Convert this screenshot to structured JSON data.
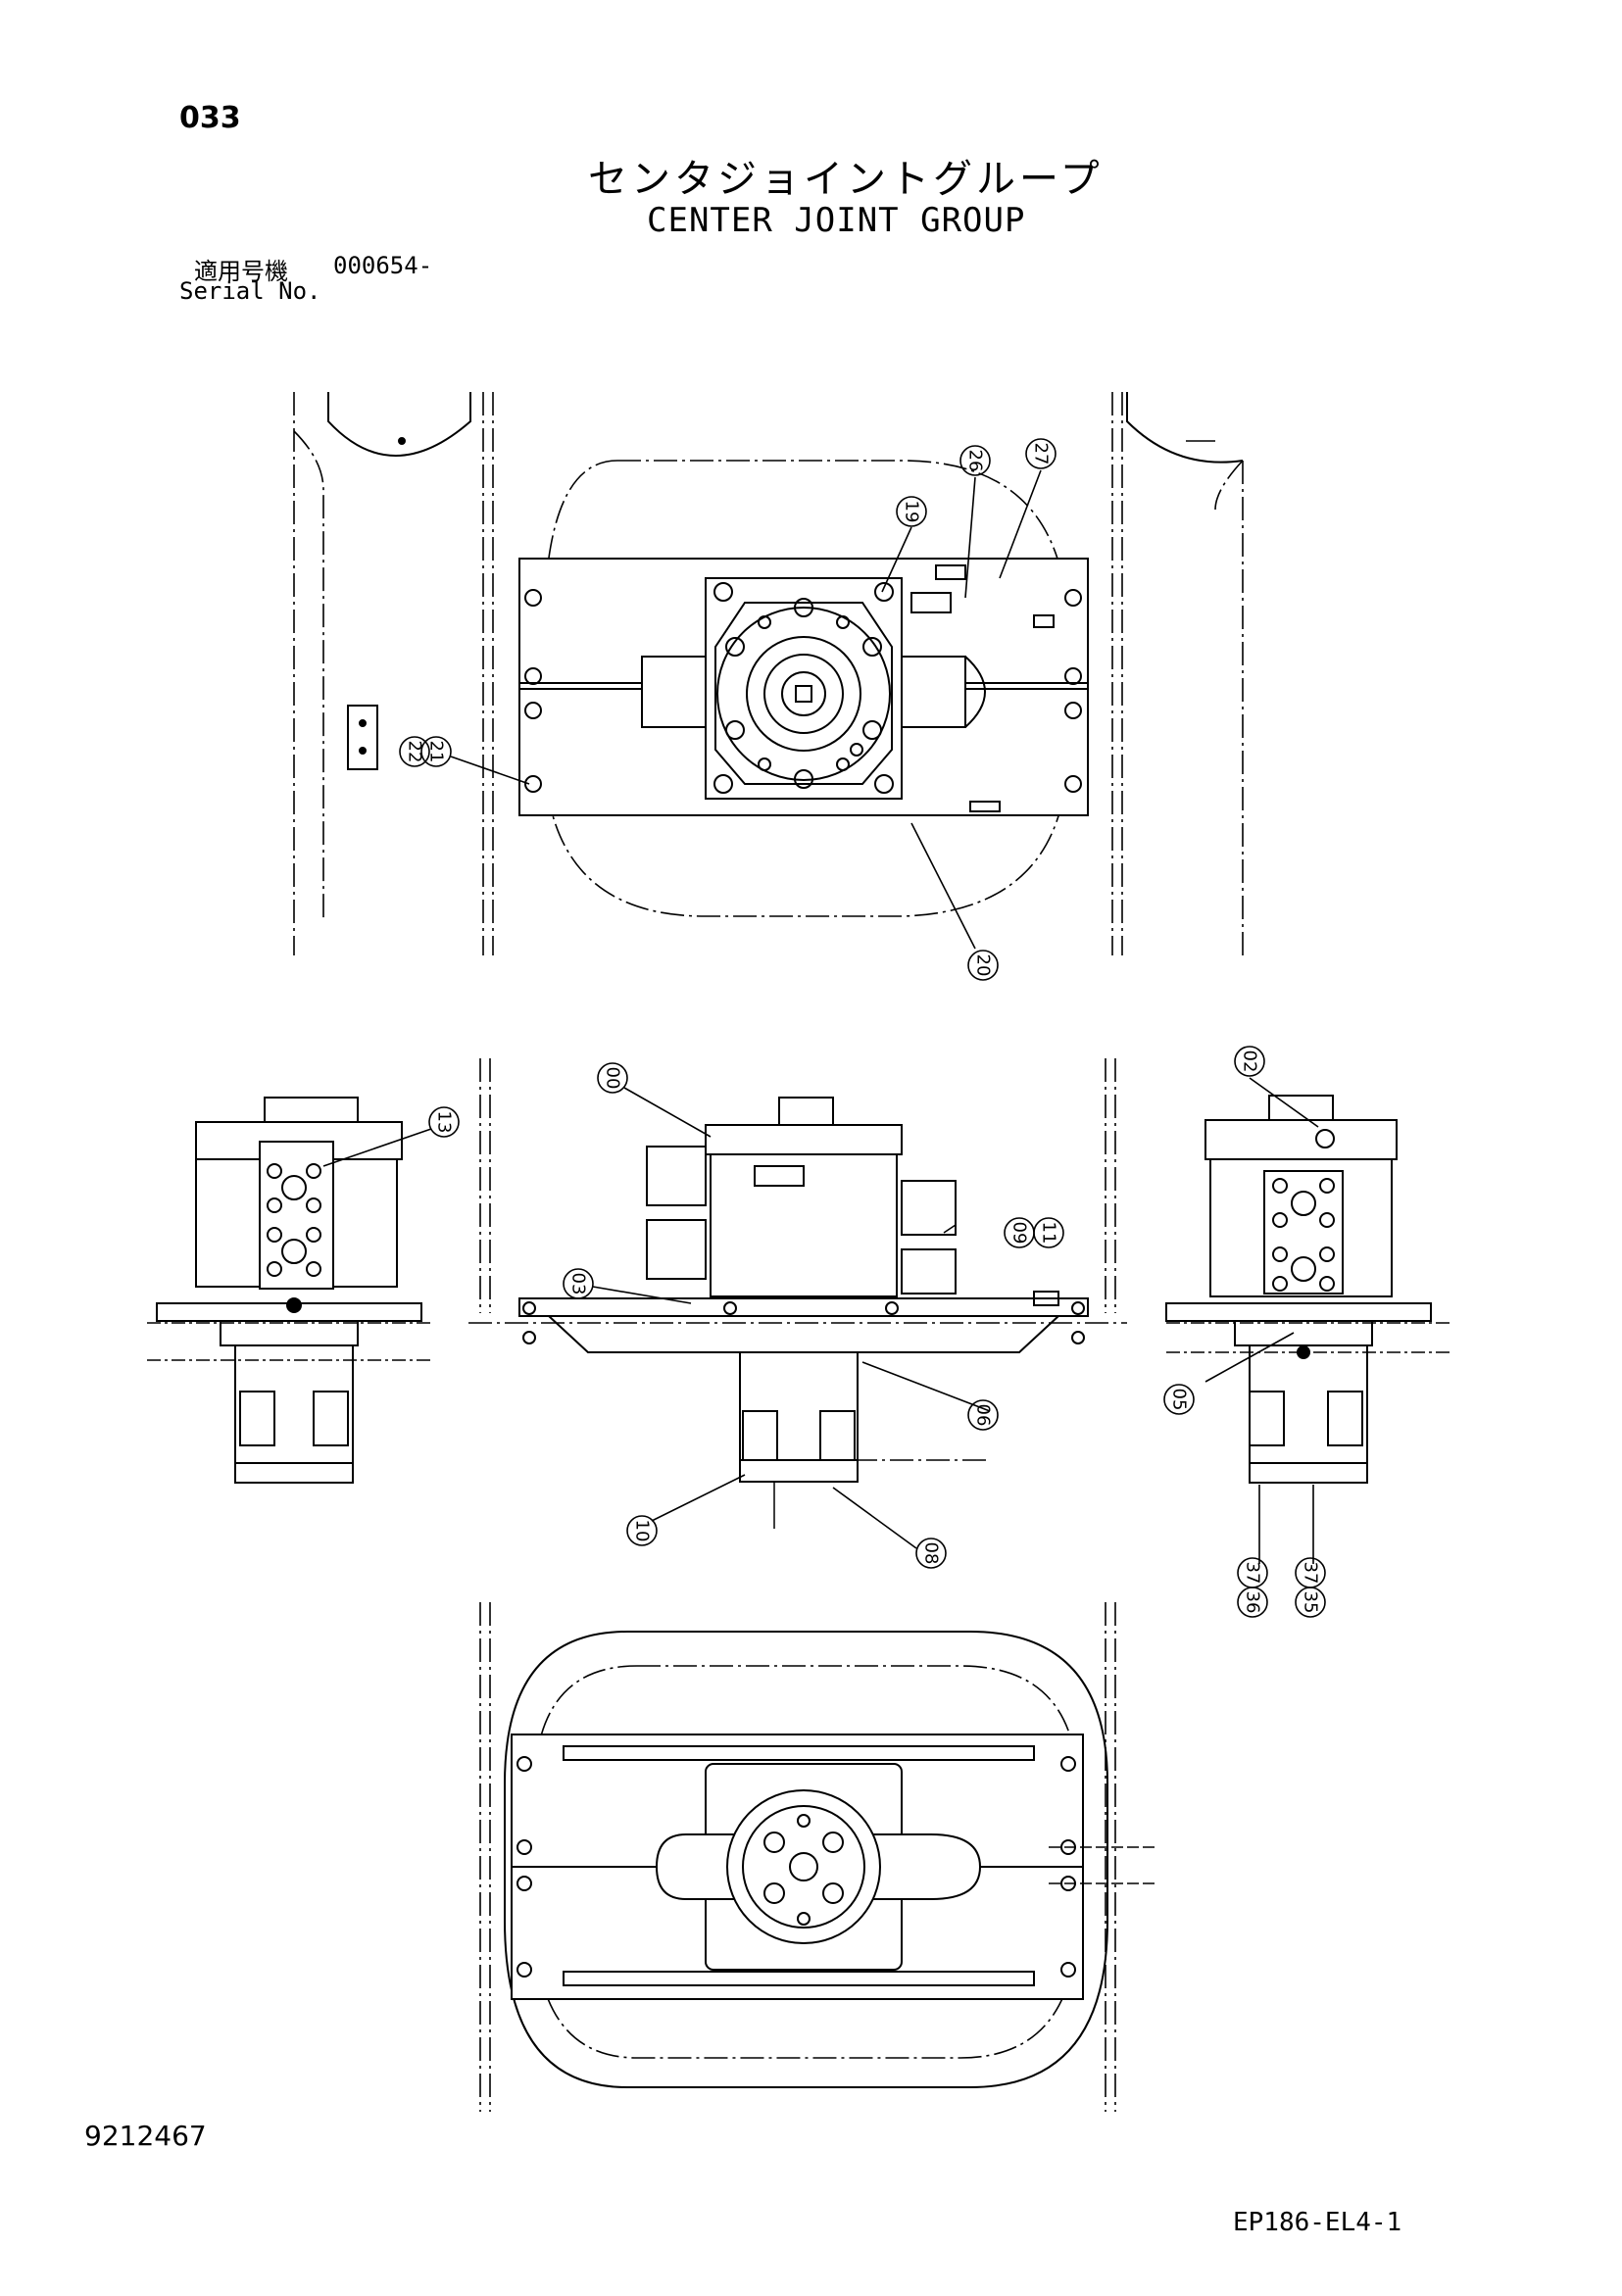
{
  "header": {
    "page_number": "033",
    "title_jp": "センタジョイントグループ",
    "title_en": "CENTER JOINT GROUP",
    "serial_label_jp": "適用号機",
    "serial_value": "000654-",
    "serial_label_en": "Serial No."
  },
  "footer": {
    "doc_id": "9212467",
    "sheet_code": "EP186-EL4-1"
  },
  "callouts": {
    "c19": "19",
    "c26": "26",
    "c27": "27",
    "c22": "22",
    "c21": "21",
    "c20": "20",
    "c13": "13",
    "c00": "00",
    "c03": "03",
    "c09": "09",
    "c11": "11",
    "c06": "06",
    "c10": "10",
    "c08": "08",
    "c02": "02",
    "c05": "05",
    "c36": "36",
    "c37a": "37",
    "c35": "35",
    "c37b": "37"
  }
}
